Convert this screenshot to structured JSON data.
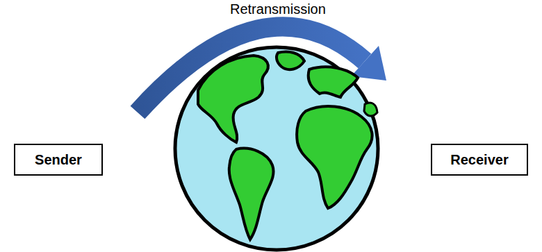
{
  "diagram": {
    "nodes": [
      {
        "text": [
          "Sender"
        ]
      },
      {
        "text": [
          "Receiver"
        ]
      }
    ],
    "labels": [
      "Retransmission"
    ]
  }
}
